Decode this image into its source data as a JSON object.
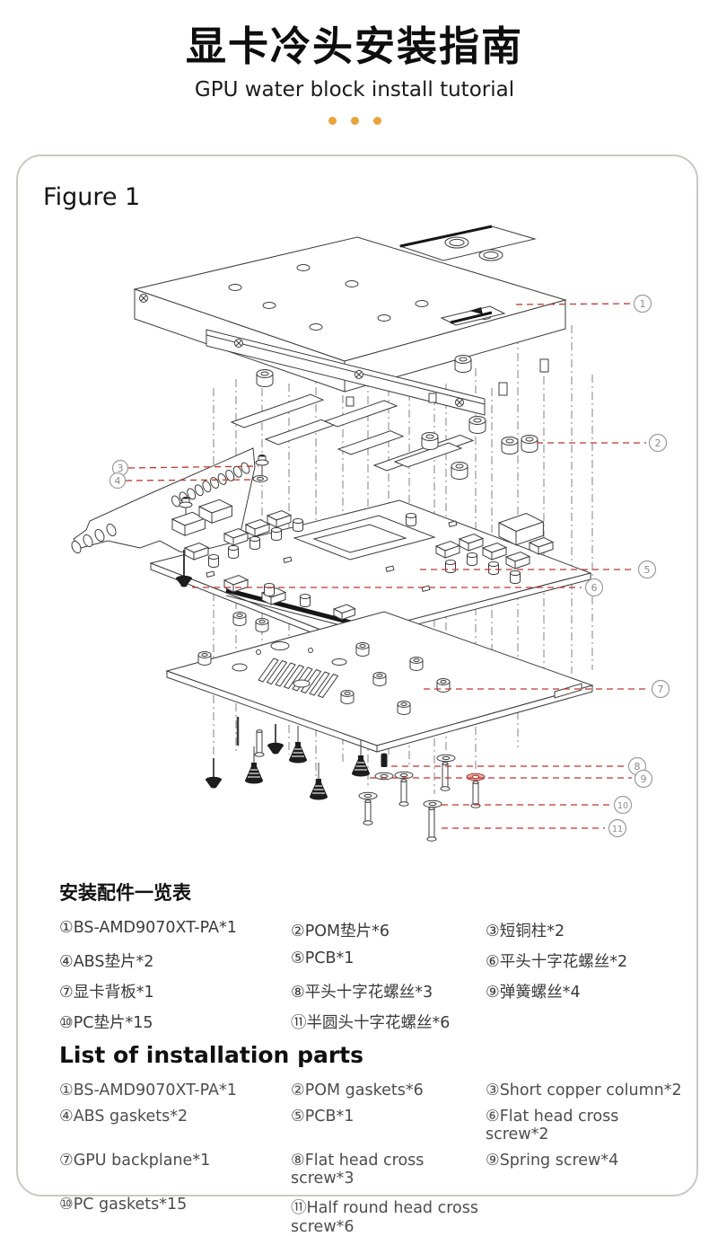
{
  "header": {
    "title": "显卡冷头安装指南",
    "subtitle": "GPU water block install tutorial"
  },
  "figure": {
    "label": "Figure 1",
    "callout_numbers": [
      "1",
      "2",
      "3",
      "4",
      "5",
      "6",
      "7",
      "8",
      "9",
      "10",
      "11"
    ]
  },
  "parts_cn": {
    "heading": "安装配件一览表",
    "items": [
      "①BS-AMD9070XT-PA*1",
      "②POM垫片*6",
      "③短铜柱*2",
      "④ABS垫片*2",
      "⑤PCB*1",
      "⑥平头十字花螺丝*2",
      "⑦显卡背板*1",
      "⑧平头十字花螺丝*3",
      "⑨弹簧螺丝*4",
      "⑩PC垫片*15",
      "⑪半圆头十字花螺丝*6"
    ]
  },
  "parts_en": {
    "heading": "List of installation parts",
    "items": [
      "①BS-AMD9070XT-PA*1",
      "②POM gaskets*6",
      "③Short copper column*2",
      "④ABS gaskets*2",
      "⑤PCB*1",
      "⑥Flat head cross screw*2",
      "⑦GPU backplane*1",
      "⑧Flat head cross screw*3",
      "⑨Spring screw*4",
      "⑩PC gaskets*15",
      "⑪Half round head cross screw*6"
    ]
  },
  "colors": {
    "accent_orange": "#E8A33B",
    "leader_red": "#C0342E",
    "panel_border": "#CBC8C2"
  }
}
